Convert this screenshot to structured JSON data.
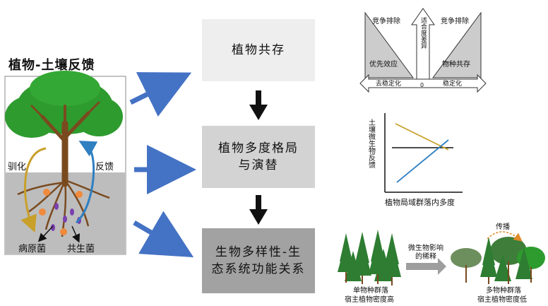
{
  "left_panel": {
    "title": "植物-土壤反馈",
    "label_domestication": "驯化",
    "label_feedback": "反馈",
    "label_pathogen": "病原菌",
    "label_symbiont": "共生菌"
  },
  "center_boxes": [
    {
      "text": "植物共存"
    },
    {
      "line1": "植物多度格局",
      "line2": "与演替"
    },
    {
      "line1": "生物多样性-生",
      "line2": "态系统功能关系"
    }
  ],
  "stability_diagram": {
    "left_top": "竞争排除",
    "right_top": "竞争排除",
    "left_bottom": "优先效应",
    "right_bottom": "物种共存",
    "vertical_axis": "适合度差异",
    "left_axis": "去稳定化",
    "right_axis": "稳定化",
    "origin": "0"
  },
  "abundance_chart": {
    "ylabel": "土壤微生物反馈",
    "xlabel": "植物局域群落内多度"
  },
  "forest_panel": {
    "arrow_label_line1": "微生物影响",
    "arrow_label_line2": "的稀释",
    "spread_label": "传播",
    "left_caption_line1": "单物种群落",
    "left_caption_line2": "宿主植物密度高",
    "right_caption_line1": "多物种群落",
    "right_caption_line2": "宿主植物密度低"
  },
  "colors": {
    "blue_arrow": "#4472c4",
    "gold_line": "#c8a02a",
    "blue_line": "#2f7fc1",
    "tree_green": "#2e9b2e",
    "trunk_brown": "#7a4a1f",
    "orange_dot": "#f08a3c",
    "purple_dot": "#7a3fb0"
  }
}
